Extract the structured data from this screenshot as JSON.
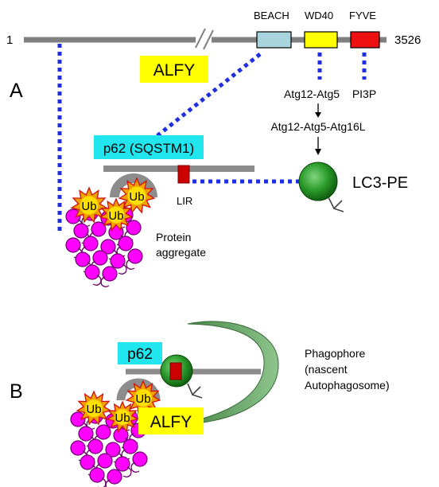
{
  "protein": {
    "start_label": "1",
    "end_label": "3526",
    "domains": [
      {
        "label": "BEACH",
        "color": "#a8d4de"
      },
      {
        "label": "WD40",
        "color": "#ffff00"
      },
      {
        "label": "FYVE",
        "color": "#ee1111"
      }
    ],
    "name": "ALFY"
  },
  "panel_a": {
    "panel_label": "A",
    "pathway": {
      "step1": "Atg12-Atg5",
      "step2": "Atg12-Atg5-Atg16L",
      "pi3p": "PI3P"
    },
    "p62_label": "p62 (SQSTM1)",
    "lir_label": "LIR",
    "lc3_label": "LC3-PE",
    "ub_label": "Ub",
    "aggregate_label_line1": "Protein",
    "aggregate_label_line2": "aggregate"
  },
  "panel_b": {
    "panel_label": "B",
    "p62_label": "p62",
    "alfy_label": "ALFY",
    "ub_label": "Ub",
    "phagophore_line1": "Phagophore",
    "phagophore_line2": "(nascent",
    "phagophore_line3": "Autophagosome)"
  },
  "colors": {
    "alfy_box": "#ffff00",
    "p62_box": "#22e6ee",
    "dotted_line": "#1f2fe0",
    "ub_burst": "#f0a000",
    "ub_burst_fill": "#ffe000",
    "aggregate": "#ff00ff",
    "lc3_ball": "#1e8c1e",
    "phagophore": "#5a9a5a",
    "lir_box": "#cc0000"
  }
}
